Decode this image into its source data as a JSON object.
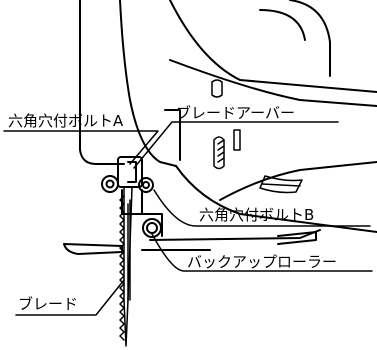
{
  "labels": {
    "hex_bolt_a": "六角穴付ボルトA",
    "blade_arbor": "ブレードアーバー",
    "hex_bolt_b": "六角穴付ボルトB",
    "backup_roller": "バックアップローラー",
    "blade": "ブレード"
  },
  "colors": {
    "line": "#000000",
    "background": "#ffffff"
  }
}
